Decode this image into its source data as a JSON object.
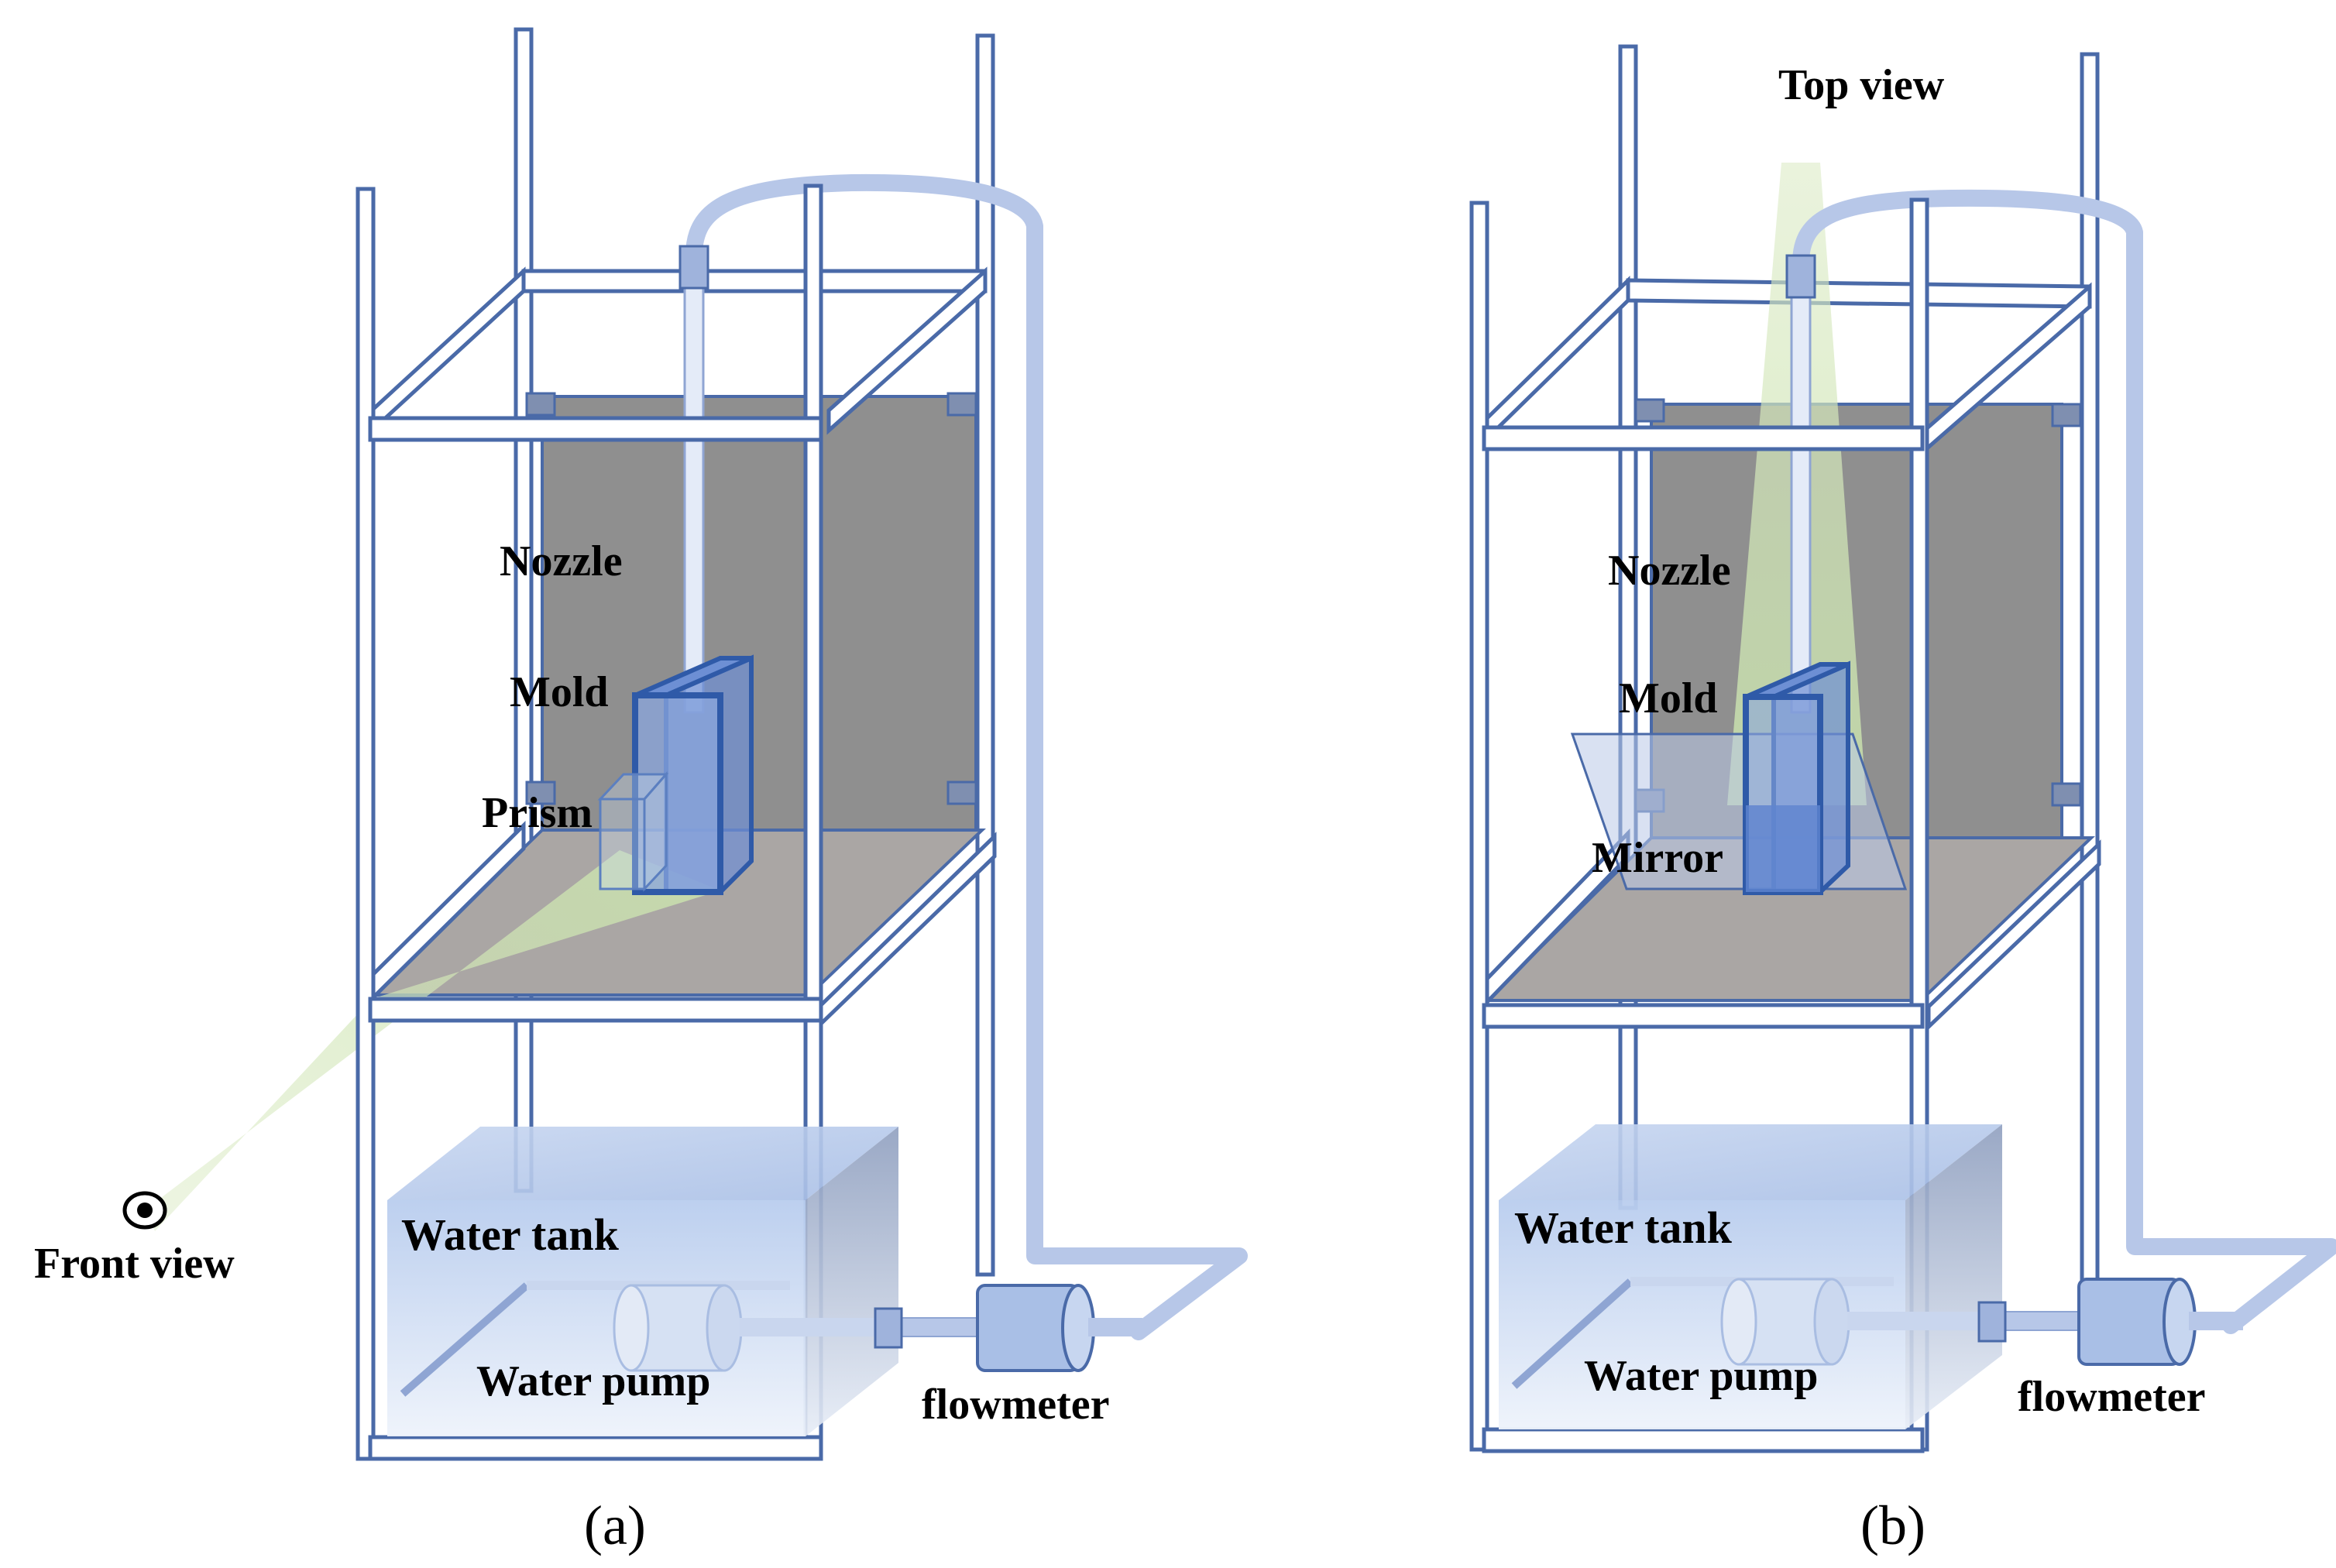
{
  "panels": [
    {
      "id": "a",
      "caption": "(a)",
      "labels": {
        "nozzle": "Nozzle",
        "mold": "Mold",
        "optic": "Prism",
        "tank": "Water tank",
        "pump": "Water pump",
        "meter": "flowmeter",
        "view": "Front view"
      }
    },
    {
      "id": "b",
      "caption": "(b)",
      "labels": {
        "nozzle": "Nozzle",
        "mold": "Mold",
        "optic": "Mirror",
        "tank": "Water tank",
        "pump": "Water pump",
        "meter": "flowmeter",
        "view": "Top view"
      }
    }
  ],
  "colors": {
    "frame": "#4a6aa8",
    "backboard": "#8f8f8f",
    "shelf": "#aaa6a4",
    "pipe": "#b7c7e8",
    "water": "#c9d8f0",
    "mold": "#4a6fc0",
    "sight_beam": "#cfe5b4"
  }
}
